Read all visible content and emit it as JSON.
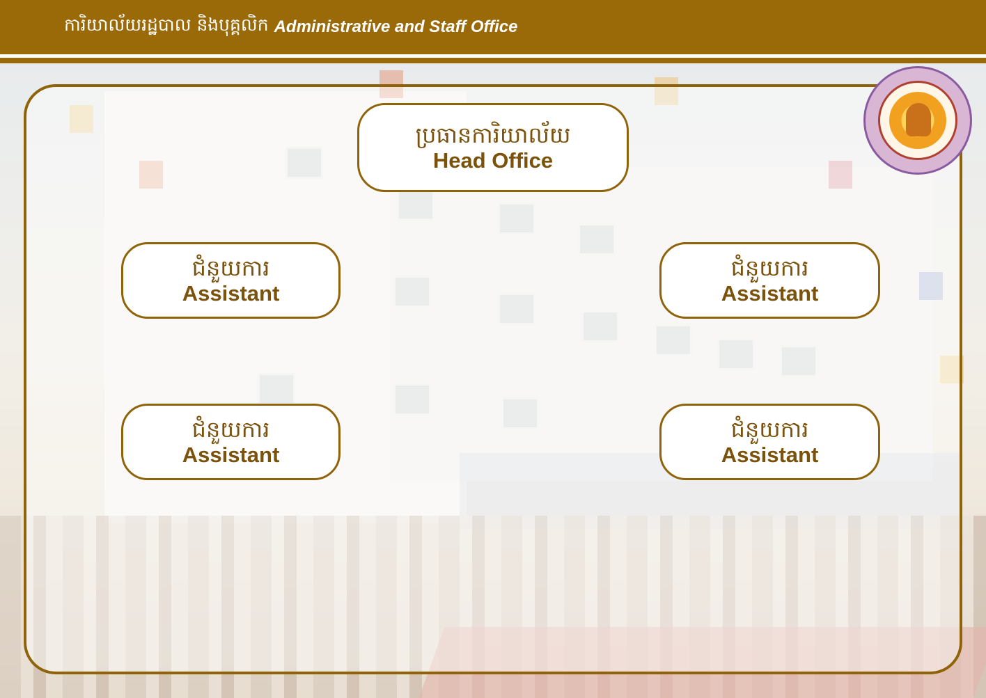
{
  "header": {
    "title_km": "ការិយាល័យរដ្ឋបាល និងបុគ្គលិក",
    "title_en": "Administrative and Staff Office",
    "bar_color": "#9a6a08"
  },
  "chart": {
    "head": {
      "label_km": "ប្រធានការិយាល័យ",
      "label_en": "Head Office"
    },
    "assistants": [
      {
        "label_km": "ជំនួយការ",
        "label_en": "Assistant"
      },
      {
        "label_km": "ជំនួយការ",
        "label_en": "Assistant"
      },
      {
        "label_km": "ជំនួយការ",
        "label_en": "Assistant"
      },
      {
        "label_km": "ជំនួយការ",
        "label_en": "Assistant"
      }
    ]
  },
  "colors": {
    "accent": "#8f6309",
    "node_text": "#7b520b",
    "node_fill": "#ffffff"
  },
  "logo": {
    "icon": "buddhist-seal-logo"
  }
}
